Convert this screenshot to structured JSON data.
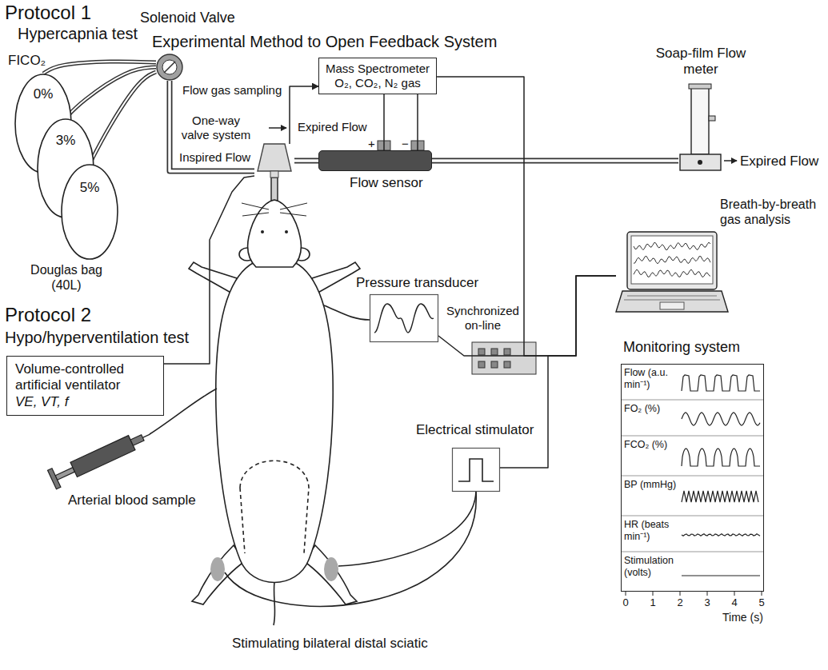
{
  "diagram": {
    "title": "Experimental Method to Open Feedback System",
    "nodes": [
      {
        "text": [
          "0%"
        ]
      },
      {
        "text": [
          "3%"
        ]
      },
      {
        "text": [
          "5%"
        ]
      },
      {
        "text": [
          "Solenoid Valve"
        ]
      },
      {
        "text": [
          "One-way valve system"
        ]
      },
      {
        "text": [
          "Mass Spectrometer",
          "O₂, CO₂, N₂ gas"
        ]
      },
      {
        "text": [
          "Flow sensor"
        ]
      },
      {
        "text": [
          "Soap-film Flow meter"
        ]
      },
      {
        "text": [
          "Volume-controlled artificial ventilator",
          "VE, VT, f"
        ]
      },
      {
        "text": [
          "Pressure transducer"
        ]
      },
      {
        "text": [
          "Electrical stimulator"
        ]
      },
      {
        "text": [
          "Breath-by-breath gas analysis"
        ]
      },
      {
        "text": [
          "Monitoring system"
        ]
      }
    ],
    "edges": [
      {
        "from": 0,
        "to": 3,
        "arrow": "none"
      },
      {
        "from": 1,
        "to": 3,
        "arrow": "none"
      },
      {
        "from": 2,
        "to": 3,
        "arrow": "none"
      },
      {
        "from": 3,
        "to": 4,
        "label": "Inspired Flow",
        "arrow": "none"
      },
      {
        "from": 8,
        "to": 4,
        "arrow": "none"
      },
      {
        "from": 4,
        "to": 6,
        "label": "Expired Flow",
        "arrow": "none"
      },
      {
        "from": 4,
        "to": 5,
        "label": "Flow gas sampling",
        "arrow": "to"
      },
      {
        "from": 6,
        "to": 5,
        "arrow": "none"
      },
      {
        "from": 6,
        "to": 5,
        "arrow": "none"
      },
      {
        "from": 6,
        "to": 7,
        "arrow": "none"
      },
      {
        "from": 5,
        "to": 11,
        "arrow": "none"
      },
      {
        "from": 9,
        "to": 11,
        "arrow": "none"
      },
      {
        "from": 10,
        "to": 11,
        "arrow": "none"
      }
    ],
    "labels": [
      "Protocol 1",
      "Hypercapnia test",
      "FICO₂",
      "Douglas bag (40L)",
      "+",
      "−",
      "Expired Flow",
      "Synchronized on-line",
      "Protocol 2",
      "Hypo/hyperventilation test",
      "Arterial blood sample",
      "Stimulating bilateral distal sciatic",
      "Flow (a.u. min⁻¹)",
      "FO₂ (%)",
      "FCO₂ (%)",
      "BP (mmHg)",
      "HR (beats min⁻¹)",
      "Stimulation (volts)",
      "0",
      "1",
      "2",
      "3",
      "4",
      "5",
      "Time (s)"
    ]
  }
}
